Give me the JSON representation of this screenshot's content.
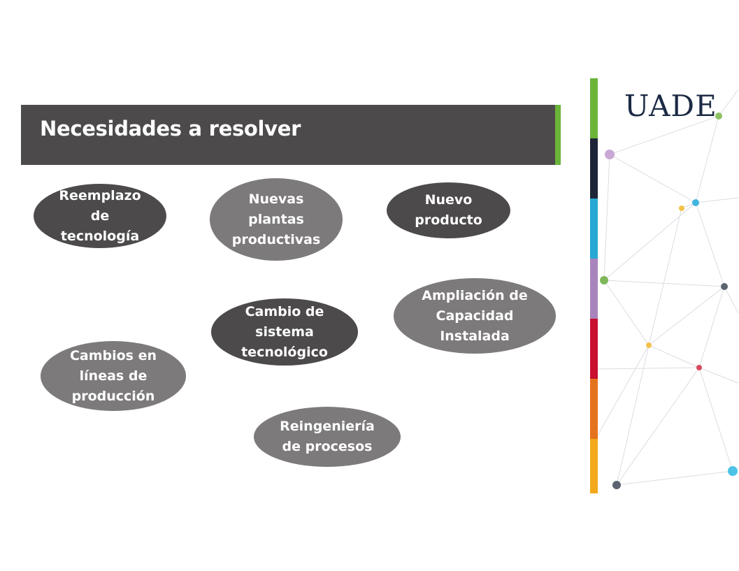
{
  "slide": {
    "title": "Necesidades a resolver",
    "brand": {
      "logo_text": "UADE"
    }
  },
  "nodes": [
    {
      "text": "Reemplazo\nde\ntecnología",
      "shade": "dark"
    },
    {
      "text": "Nuevas\nplantas\nproductivas",
      "shade": "light"
    },
    {
      "text": "Nuevo\nproducto",
      "shade": "dark"
    },
    {
      "text": "Cambio de\nsistema\ntecnológico",
      "shade": "dark"
    },
    {
      "text": "Ampliación de\nCapacidad\nInstalada",
      "shade": "light"
    },
    {
      "text": "Cambios en\nlíneas de\nproducción",
      "shade": "light"
    },
    {
      "text": "Reingeniería\nde procesos",
      "shade": "light"
    }
  ],
  "colors": {
    "dark_fill": "#4d4a4b",
    "light_fill": "#7d7a7b",
    "accent_green": "#6bb43a",
    "stripe": [
      "#6bb43a",
      "#1d2436",
      "#28a8d4",
      "#a884bc",
      "#c8102e",
      "#e5731e",
      "#f2a91c"
    ]
  }
}
